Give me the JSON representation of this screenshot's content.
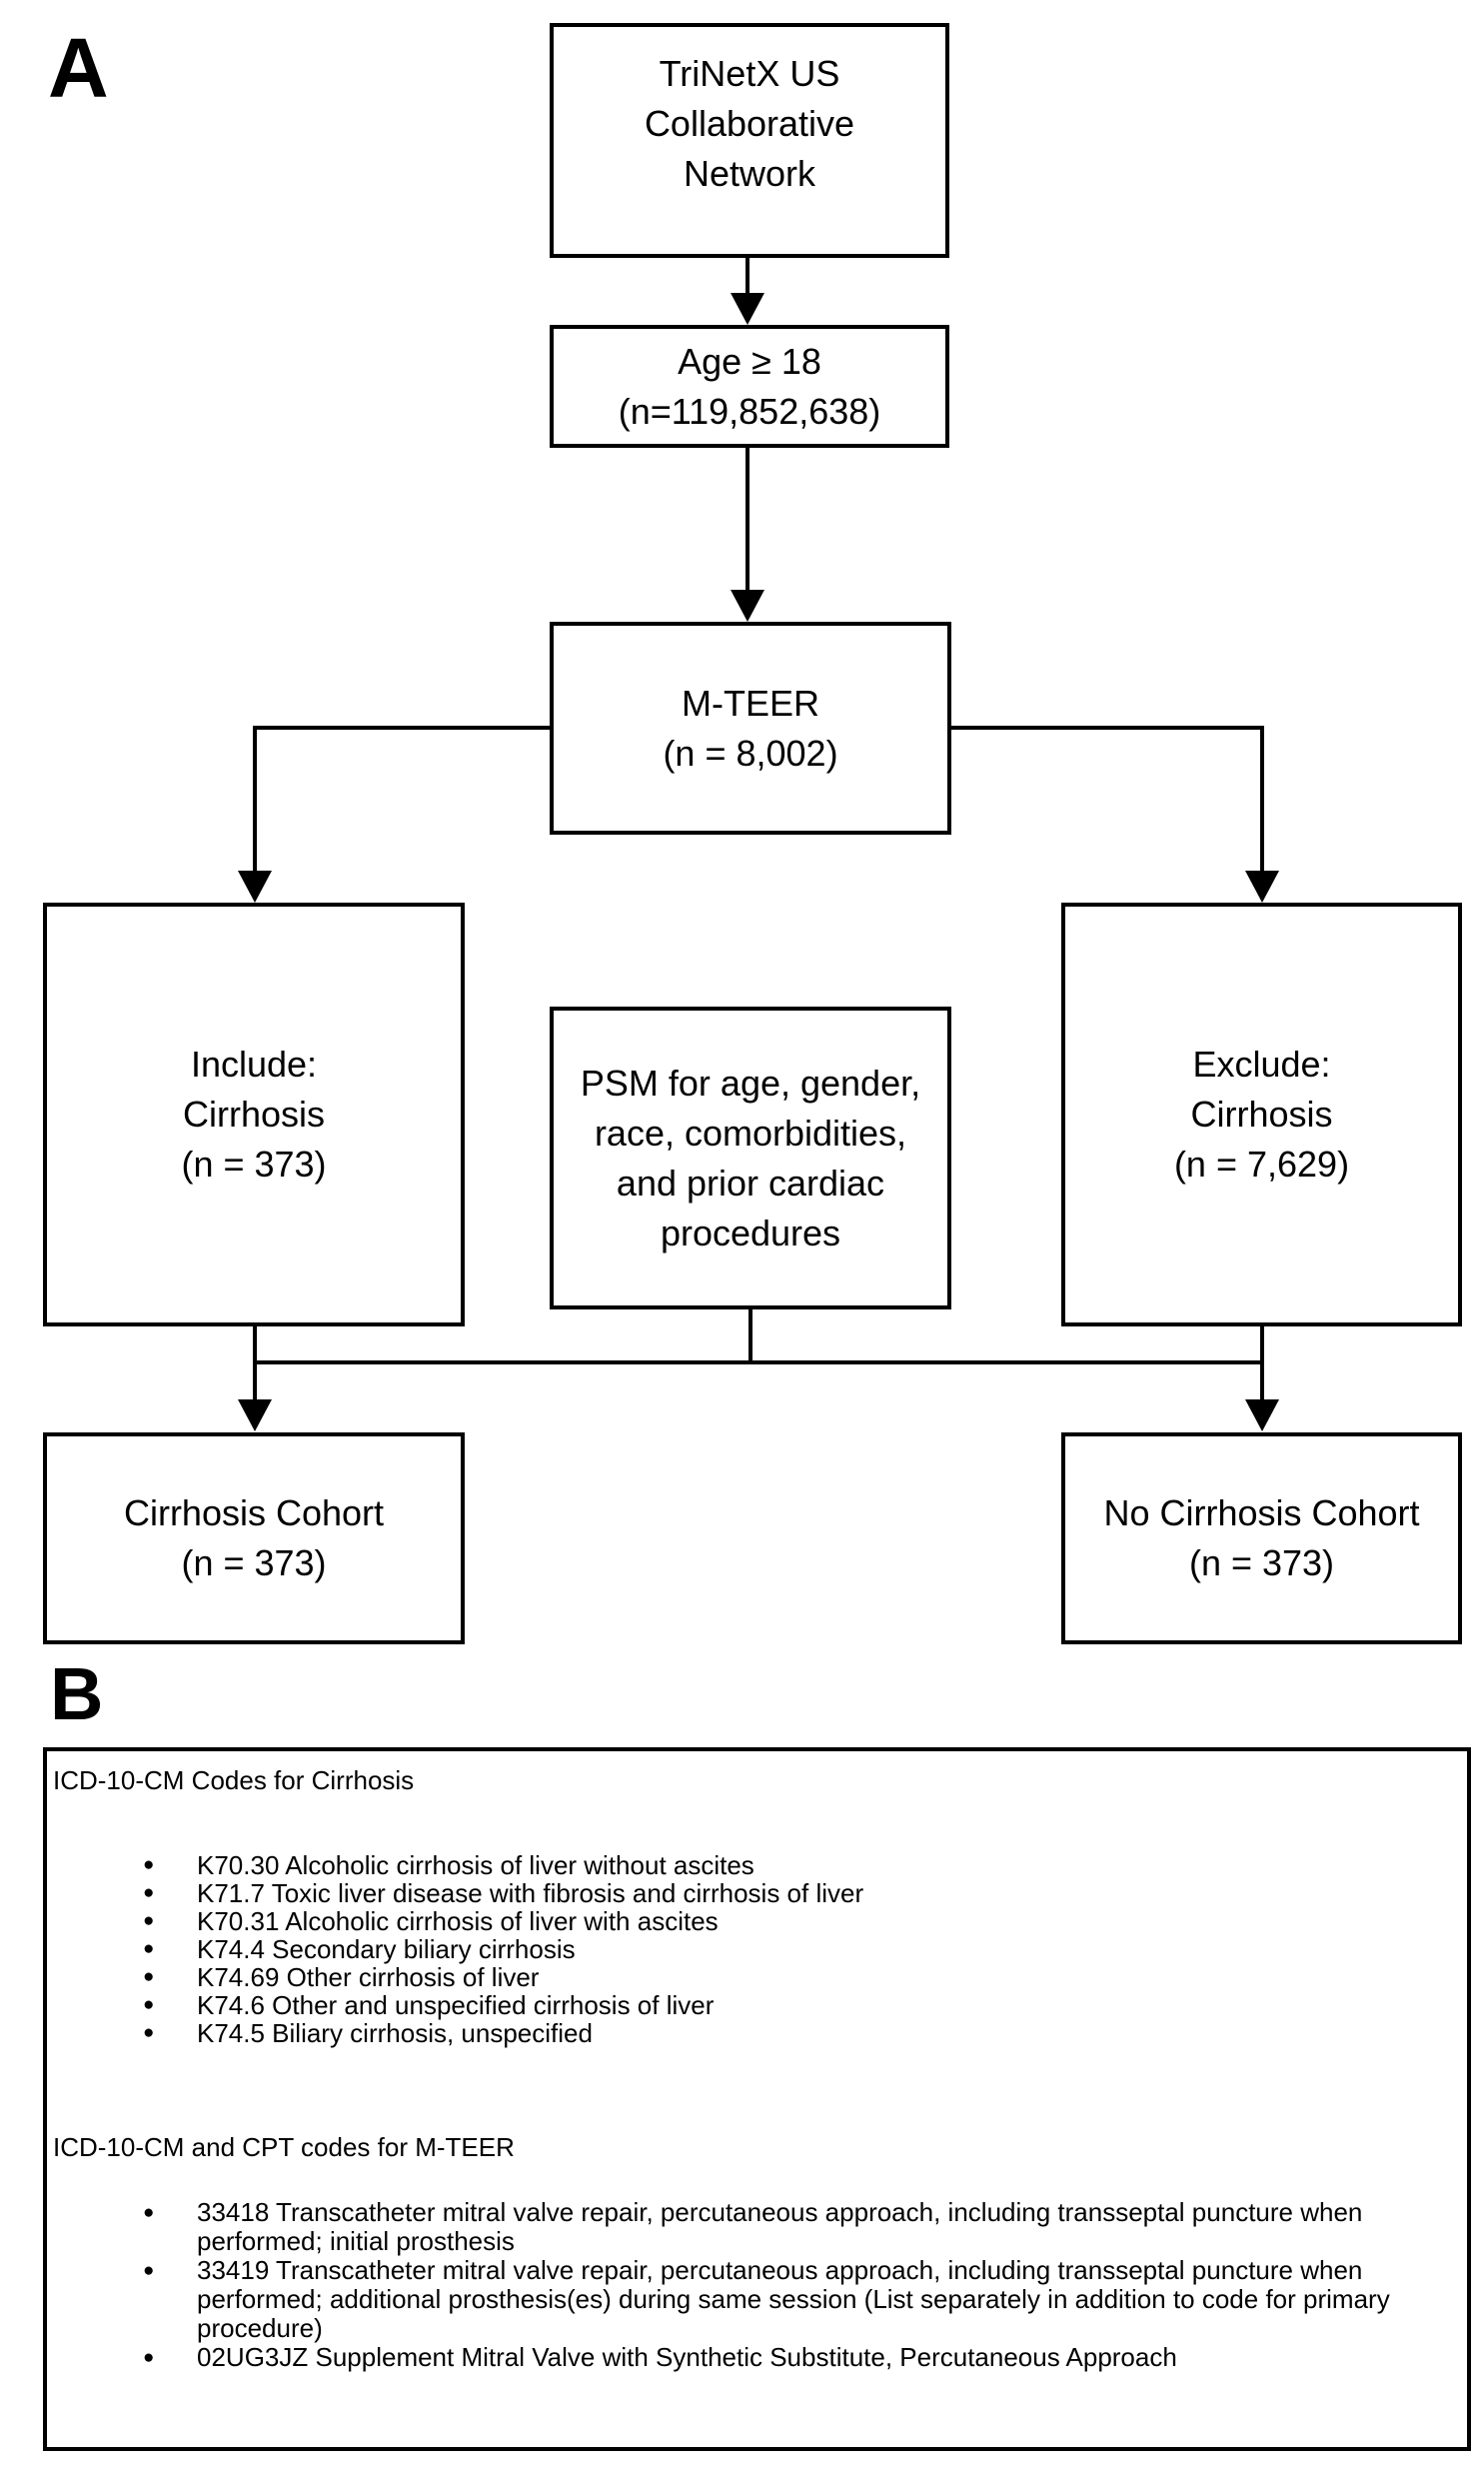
{
  "colors": {
    "line": "#000000",
    "background": "#ffffff",
    "text": "#000000"
  },
  "panel_a": {
    "label": "A",
    "boxes": {
      "trinetx": {
        "lines": [
          "TriNetX US",
          "Collaborative",
          "Network"
        ]
      },
      "age": {
        "lines": [
          "Age ≥ 18",
          "(n=119,852,638)"
        ]
      },
      "mteer": {
        "lines": [
          "M-TEER",
          "(n = 8,002)"
        ]
      },
      "include": {
        "lines": [
          "Include:",
          "Cirrhosis",
          "(n = 373)"
        ]
      },
      "psm": {
        "lines": [
          "PSM for age, gender,",
          "race, comorbidities,",
          "and prior cardiac",
          "procedures"
        ]
      },
      "exclude": {
        "lines": [
          "Exclude:",
          "Cirrhosis",
          "(n = 7,629)"
        ]
      },
      "cohort_cirrhosis": {
        "lines": [
          "Cirrhosis Cohort",
          "(n = 373)"
        ]
      },
      "cohort_no_cirrhosis": {
        "lines": [
          "No Cirrhosis Cohort",
          "(n = 373)"
        ]
      }
    }
  },
  "panel_b": {
    "label": "B",
    "section1": {
      "heading": "ICD-10-CM Codes for Cirrhosis",
      "items": [
        "K70.30 Alcoholic cirrhosis of liver without ascites",
        "K71.7 Toxic liver disease with fibrosis and cirrhosis of liver",
        "K70.31 Alcoholic cirrhosis of liver with ascites",
        "K74.4 Secondary biliary cirrhosis",
        "K74.69 Other cirrhosis of liver",
        "K74.6 Other and unspecified cirrhosis of liver",
        "K74.5 Biliary cirrhosis, unspecified"
      ]
    },
    "section2": {
      "heading": "ICD-10-CM and CPT codes for M-TEER",
      "items": [
        "33418 Transcatheter mitral valve repair, percutaneous approach, including transseptal puncture when performed; initial prosthesis",
        "33419 Transcatheter mitral valve repair, percutaneous approach, including transseptal puncture when performed; additional prosthesis(es) during same session (List separately in addition to code for primary procedure)",
        "02UG3JZ Supplement Mitral Valve with Synthetic Substitute, Percutaneous Approach"
      ]
    }
  }
}
